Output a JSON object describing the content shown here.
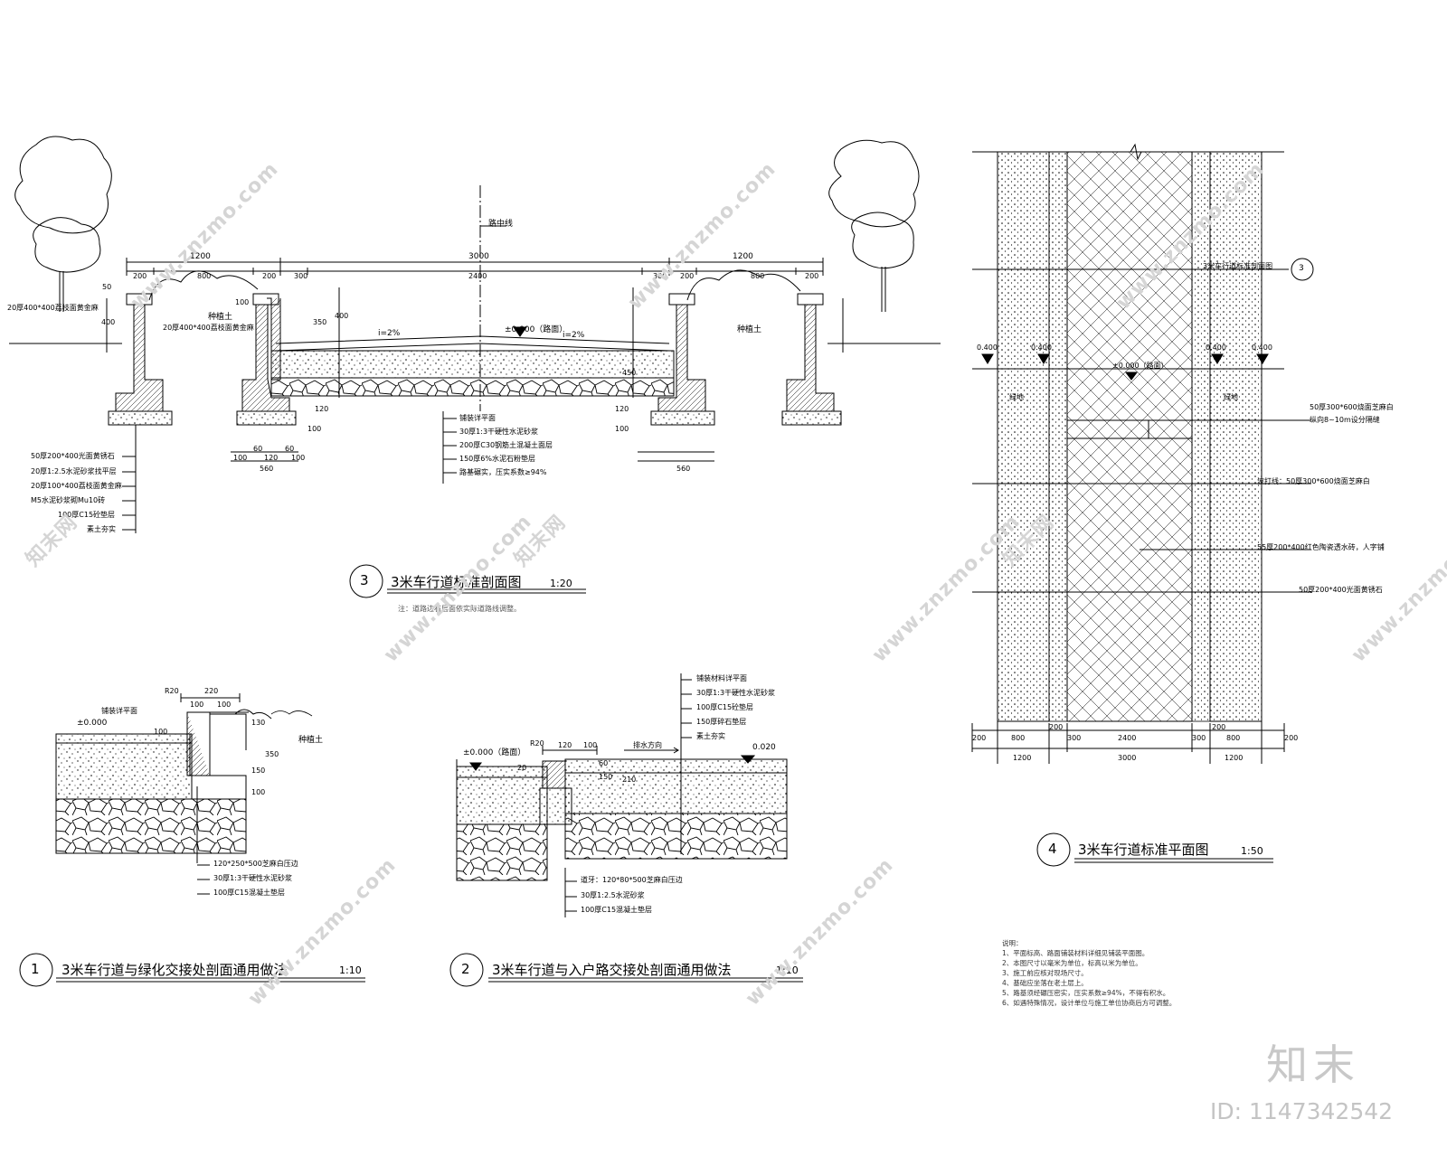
{
  "section3": {
    "num": "3",
    "title": "3米车行道标准剖面图",
    "scale": "1:20",
    "note": "注：道路边石层面依实际道路线调整。",
    "centerline": "路中线",
    "dims_top": [
      "1200",
      "3000",
      "1200"
    ],
    "dims_second": [
      "200",
      "800",
      "200",
      "300",
      "2400",
      "300",
      "200",
      "800",
      "200"
    ],
    "slope_left": "i=2%",
    "slope_right": "i=2%",
    "elevation": "±0.000（路面）",
    "fence_left": "种植土",
    "fence_right": "种植土",
    "label_curb_top_left": "20厚400*400荔枝面黄金麻",
    "label_curb_top_mid": "20厚400*400荔枝面黄金麻",
    "v_dims": [
      "50",
      "400",
      "350",
      "400",
      "100",
      "450",
      "120",
      "100",
      "120",
      "100"
    ],
    "footing_dims": [
      "100",
      "60",
      "120",
      "60",
      "100",
      "560"
    ],
    "layers_center": [
      "铺装详平面",
      "30厚1:3干硬性水泥砂浆",
      "200厚C30钢筋土混凝土面层",
      "150厚6%水泥石粉垫层",
      "路基碾实，压实系数≥94%"
    ],
    "layers_left": [
      "50厚200*400光面黄锈石",
      "20厚1:2.5水泥砂浆找平层",
      "20厚100*400荔枝面黄金麻",
      "M5水泥砂浆砌Mu10砖",
      "100厚C15砼垫层",
      "素土夯实"
    ]
  },
  "section1": {
    "num": "1",
    "title": "3米车行道与绿化交接处剖面通用做法",
    "scale": "1:10",
    "pave_label": "铺装详平面",
    "elevation": "±0.000",
    "fence": "种植土",
    "dims": [
      "220",
      "100",
      "100",
      "100",
      "130",
      "350",
      "150",
      "100",
      "R20"
    ],
    "layers": [
      "120*250*500芝麻白压边",
      "30厚1:3干硬性水泥砂浆",
      "100厚C15混凝土垫层"
    ]
  },
  "section2": {
    "num": "2",
    "title": "3米车行道与入户路交接处剖面通用做法",
    "scale": "1:10",
    "elev_left": "±0.000（路面）",
    "elev_right": "0.020",
    "drain": "排水方向",
    "dims": [
      "120",
      "100",
      "R20",
      "20",
      "150",
      "210",
      "60"
    ],
    "layers_top": [
      "铺装材料详平面",
      "30厚1:3干硬性水泥砂浆",
      "100厚C15砼垫层",
      "150厚碎石垫层",
      "素土夯实"
    ],
    "layers_bottom": [
      "道牙：120*80*500芝麻白压边",
      "30厚1:2.5水泥砂浆",
      "100厚C15混凝土垫层"
    ]
  },
  "plan4": {
    "num": "4",
    "title": "3米车行道标准平面图",
    "scale": "1:50",
    "section_ref": "3米车行道标准剖面图",
    "section_num": "3",
    "elev_marks": [
      "0.400",
      "0.400",
      "0.400",
      "0.400"
    ],
    "center_elev": "±0.000（路面）",
    "green_left": "绿地",
    "green_right": "绿地",
    "bottom_dims_1": [
      "200",
      "800",
      "200",
      "300",
      "2400",
      "300",
      "200",
      "800",
      "200"
    ],
    "bottom_dims_2": [
      "1200",
      "3000",
      "1200"
    ],
    "labels": [
      "50厚300*600烧面芝麻白",
      "纵向8~10m设分隔缝",
      "波打线：50厚300*600烧面芝麻白",
      "55厚200*400红色陶瓷透水砖，人字铺",
      "50厚200*400光面黄锈石"
    ]
  },
  "notes": {
    "header": "说明：",
    "lines": [
      "1、平面标高、路面铺装材料详细见铺装平面图。",
      "2、本图尺寸以毫米为单位，标高以米为单位。",
      "3、施工前应核对现场尺寸。",
      "4、基础应坐落在老土层上。",
      "5、路基须经碾压密实，压实系数≥94%，不得有积水。",
      "6、如遇特殊情况，设计单位与施工单位协商后方可调整。"
    ]
  },
  "watermark": {
    "url": "www.znzmo.com",
    "brand": "知末",
    "brand_net": "知末网",
    "id": "ID: 1147342542"
  }
}
